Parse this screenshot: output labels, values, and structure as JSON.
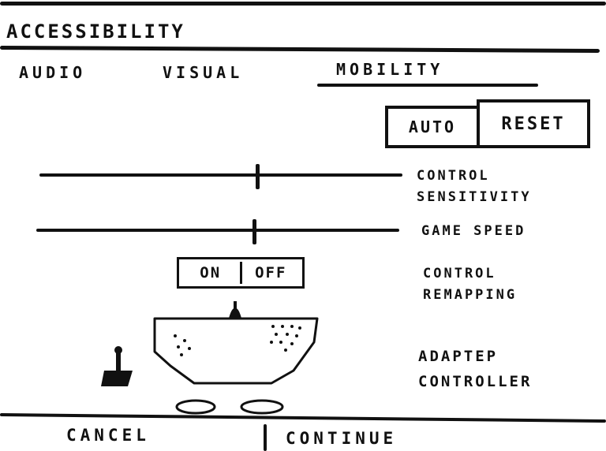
{
  "header": {
    "title": "ACCESSIBILITY"
  },
  "tabs": [
    {
      "label": "AUDIO",
      "active": false
    },
    {
      "label": "VISUAL",
      "active": false
    },
    {
      "label": "MOBILITY",
      "active": true
    }
  ],
  "mode_buttons": {
    "auto_label": "AUTO",
    "reset_label": "RESET"
  },
  "settings": {
    "control_sensitivity": {
      "label_line1": "CONTROL",
      "label_line2": "SENSITIVITY",
      "value_fraction": 0.6
    },
    "game_speed": {
      "label": "GAME SPEED",
      "value_fraction": 0.6
    },
    "control_remapping": {
      "label_line1": "CONTROL",
      "label_line2": "REMAPPING",
      "on_label": "ON",
      "off_label": "OFF"
    },
    "adaptive_controller": {
      "label_line1": "ADAPTEP",
      "label_line2": "CONTROLLER"
    }
  },
  "footer": {
    "cancel_label": "CANCEL",
    "continue_label": "CONTINUE"
  },
  "colors": {
    "ink": "#111111",
    "paper": "#ffffff"
  }
}
